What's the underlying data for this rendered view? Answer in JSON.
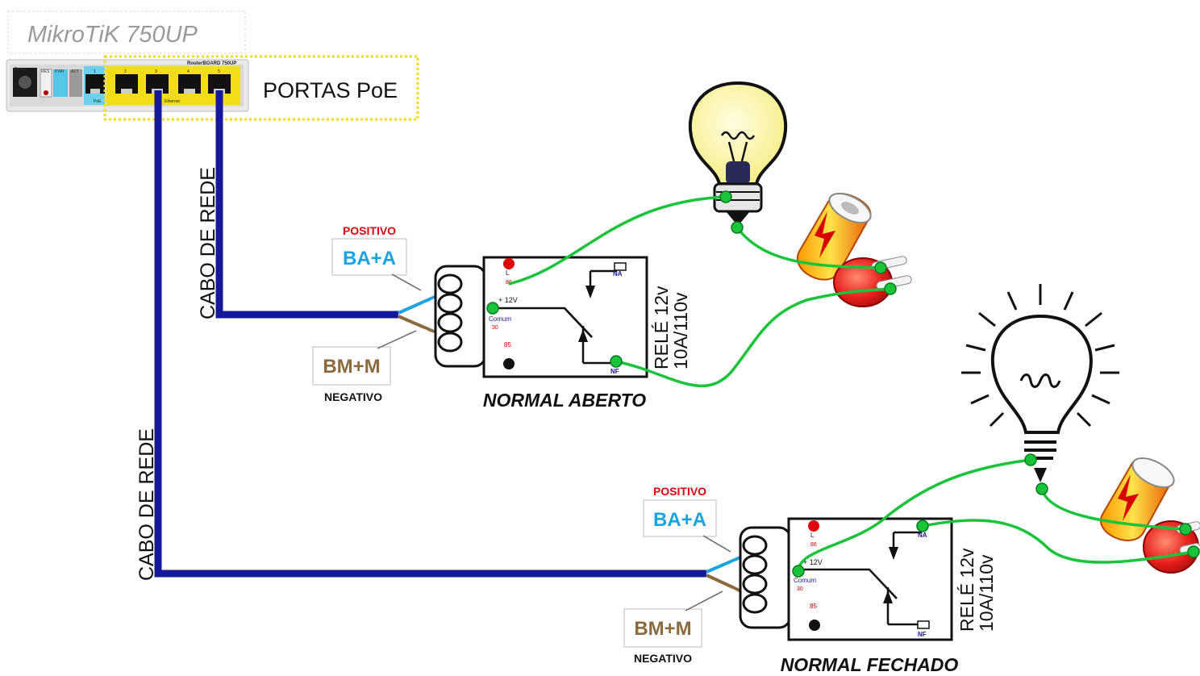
{
  "device": {
    "title": "MikroTiK 750UP",
    "poe_ports_label": "PORTAS PoE",
    "port_labels": [
      "Power",
      "RES",
      "PWR",
      "ACT",
      "1",
      "2",
      "3",
      "4",
      "5"
    ],
    "brand_label": "RouterBOARD 750UP",
    "sub_labels": [
      "PoE",
      "Ethernet"
    ]
  },
  "cables": {
    "cable_1_label": "CABO DE REDE",
    "cable_2_label": "CABO DE REDE",
    "color": "#16189a"
  },
  "relay_top": {
    "caption": "NORMAL ABERTO",
    "positive_label": "POSITIVO",
    "positive_wire": "BA+A",
    "negative_wire": "BM+M",
    "negative_label": "NEGATIVO",
    "rating_line1": "RELÉ 12v",
    "rating_line2": "10A/110v",
    "pin_l": "L",
    "pin_86": "86",
    "pin_12v": "+ 12V",
    "pin_comum": "Comum",
    "pin_30": "30",
    "pin_85": "85",
    "pin_na": "NA",
    "pin_nf": "NF"
  },
  "relay_bottom": {
    "caption": "NORMAL FECHADO",
    "positive_label": "POSITIVO",
    "positive_wire": "BA+A",
    "negative_wire": "BM+M",
    "negative_label": "NEGATIVO",
    "rating_line1": "RELÉ 12v",
    "rating_line2": "10A/110v",
    "pin_l": "L",
    "pin_86": "86",
    "pin_12v": "+ 12V",
    "pin_comum": "Comum",
    "pin_30": "30",
    "pin_85": "85",
    "pin_na": "NA",
    "pin_nf": "NF"
  },
  "colors": {
    "positive_red": "#e0000f",
    "positive_wire_blue": "#1aa3e0",
    "negative_wire_brown": "#8b6a3e",
    "load_wire_green": "#19c43a",
    "port_highlight_yellow": "#f2dd18"
  },
  "icons": [
    "light-bulb-on-icon",
    "battery-plug-icon",
    "light-bulb-off-icon"
  ]
}
